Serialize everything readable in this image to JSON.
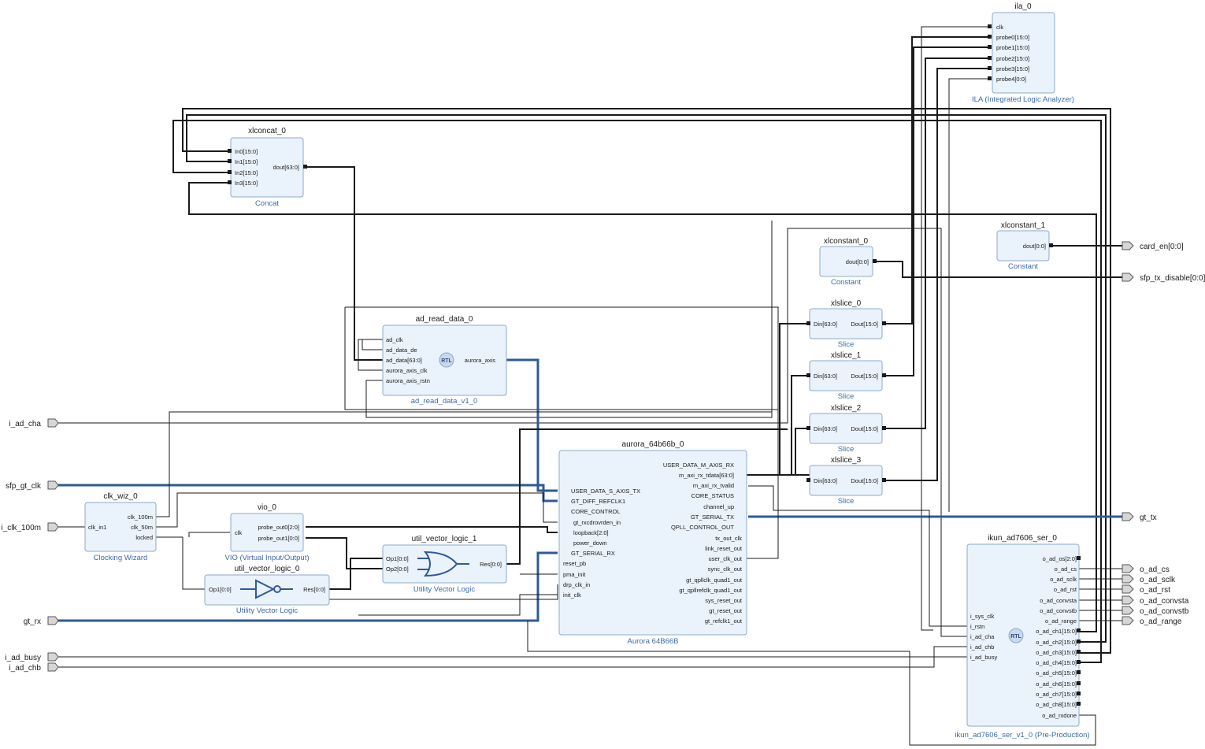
{
  "blocks": {
    "ila_0": {
      "name": "ila_0",
      "sub": "ILA (Integrated Logic Analyzer)",
      "pins": [
        "clk",
        "probe0[15:0]",
        "probe1[15:0]",
        "probe2[15:0]",
        "probe3[15:0]",
        "probe4[0:0]"
      ]
    },
    "xlconcat_0": {
      "name": "xlconcat_0",
      "sub": "Concat",
      "in": [
        "In0[15:0]",
        "In1[15:0]",
        "In2[15:0]",
        "In3[15:0]"
      ],
      "out": "dout[63:0]"
    },
    "xlconstant_0": {
      "name": "xlconstant_0",
      "sub": "Constant",
      "out": "dout[0:0]"
    },
    "xlconstant_1": {
      "name": "xlconstant_1",
      "sub": "Constant",
      "out": "dout[0:0]"
    },
    "xlslice_0": {
      "name": "xlslice_0",
      "sub": "Slice",
      "in": "Din[63:0]",
      "out": "Dout[15:0]"
    },
    "xlslice_1": {
      "name": "xlslice_1",
      "sub": "Slice",
      "in": "Din[63:0]",
      "out": "Dout[15:0]"
    },
    "xlslice_2": {
      "name": "xlslice_2",
      "sub": "Slice",
      "in": "Din[63:0]",
      "out": "Dout[15:0]"
    },
    "xlslice_3": {
      "name": "xlslice_3",
      "sub": "Slice",
      "in": "Din[63:0]",
      "out": "Dout[15:0]"
    },
    "ad_read_data_0": {
      "name": "ad_read_data_0",
      "sub": "ad_read_data_v1_0",
      "in": [
        "ad_clk",
        "ad_data_de",
        "ad_data[63:0]",
        "aurora_axis_clk",
        "aurora_axis_rstn"
      ],
      "out": "aurora_axis",
      "rtl": "RTL"
    },
    "aurora": {
      "name": "aurora_64b66b_0",
      "sub": "Aurora 64B66B",
      "in": [
        "USER_DATA_S_AXIS_TX",
        "GT_DIFF_REFCLK1",
        "CORE_CONTROL",
        "gt_rxcdrovrden_in",
        "loopback[2:0]",
        "power_down",
        "GT_SERIAL_RX",
        "reset_pb",
        "pma_init",
        "drp_clk_in",
        "init_clk"
      ],
      "out": [
        "USER_DATA_M_AXIS_RX",
        "m_axi_rx_tdata[63:0]",
        "m_axi_rx_tvalid",
        "CORE_STATUS",
        "channel_up",
        "GT_SERIAL_TX",
        "QPLL_CONTROL_OUT",
        "tx_out_clk",
        "link_reset_out",
        "user_clk_out",
        "sync_clk_out",
        "gt_qpllclk_quad1_out",
        "gt_qpllrefclk_quad1_out",
        "sys_reset_out",
        "gt_reset_out",
        "gt_refclk1_out"
      ]
    },
    "clk_wiz_0": {
      "name": "clk_wiz_0",
      "sub": "Clocking Wizard",
      "in": "clk_in1",
      "out": [
        "clk_100m",
        "clk_50m",
        "locked"
      ]
    },
    "vio_0": {
      "name": "vio_0",
      "sub": "VIO (Virtual Input/Output)",
      "in": "clk",
      "out": [
        "probe_out0[2:0]",
        "probe_out1[0:0]"
      ]
    },
    "uvl_0": {
      "name": "util_vector_logic_0",
      "sub": "Utility Vector Logic",
      "in": "Op1[0:0]",
      "out": "Res[0:0]"
    },
    "uvl_1": {
      "name": "util_vector_logic_1",
      "sub": "Utility Vector Logic",
      "in": [
        "Op1[0:0]",
        "Op2[0:0]"
      ],
      "out": "Res[0:0]"
    },
    "ikun": {
      "name": "ikun_ad7606_ser_0",
      "sub": "ikun_ad7606_ser_v1_0 (Pre-Production)",
      "rtl": "RTL",
      "in": [
        "i_sys_clk",
        "i_rstn",
        "i_ad_cha",
        "i_ad_chb",
        "i_ad_busy"
      ],
      "out": [
        "o_ad_os[2:0]",
        "o_ad_cs",
        "o_ad_sclk",
        "o_ad_rst",
        "o_ad_convsta",
        "o_ad_convstb",
        "o_ad_range",
        "o_ad_ch1[15:0]",
        "o_ad_ch2[15:0]",
        "o_ad_ch3[15:0]",
        "o_ad_ch4[15:0]",
        "o_ad_ch5[15:0]",
        "o_ad_ch6[15:0]",
        "o_ad_ch7[15:0]",
        "o_ad_ch8[15:0]",
        "o_ad_rxdone"
      ]
    }
  },
  "ports_in": [
    "i_ad_cha",
    "sfp_gt_clk",
    "i_clk_100m",
    "gt_rx",
    "i_ad_busy",
    "i_ad_chb"
  ],
  "ports_out": [
    "card_en[0:0]",
    "sfp_tx_disable[0:0]",
    "gt_tx",
    "o_ad_cs",
    "o_ad_sclk",
    "o_ad_rst",
    "o_ad_convsta",
    "o_ad_convstb",
    "o_ad_range"
  ],
  "colors": {
    "block_fill": "#eaf2fb",
    "block_stroke": "#8fa9c8",
    "label_blue": "#3c6aa8",
    "interface": "#2f5a96"
  }
}
